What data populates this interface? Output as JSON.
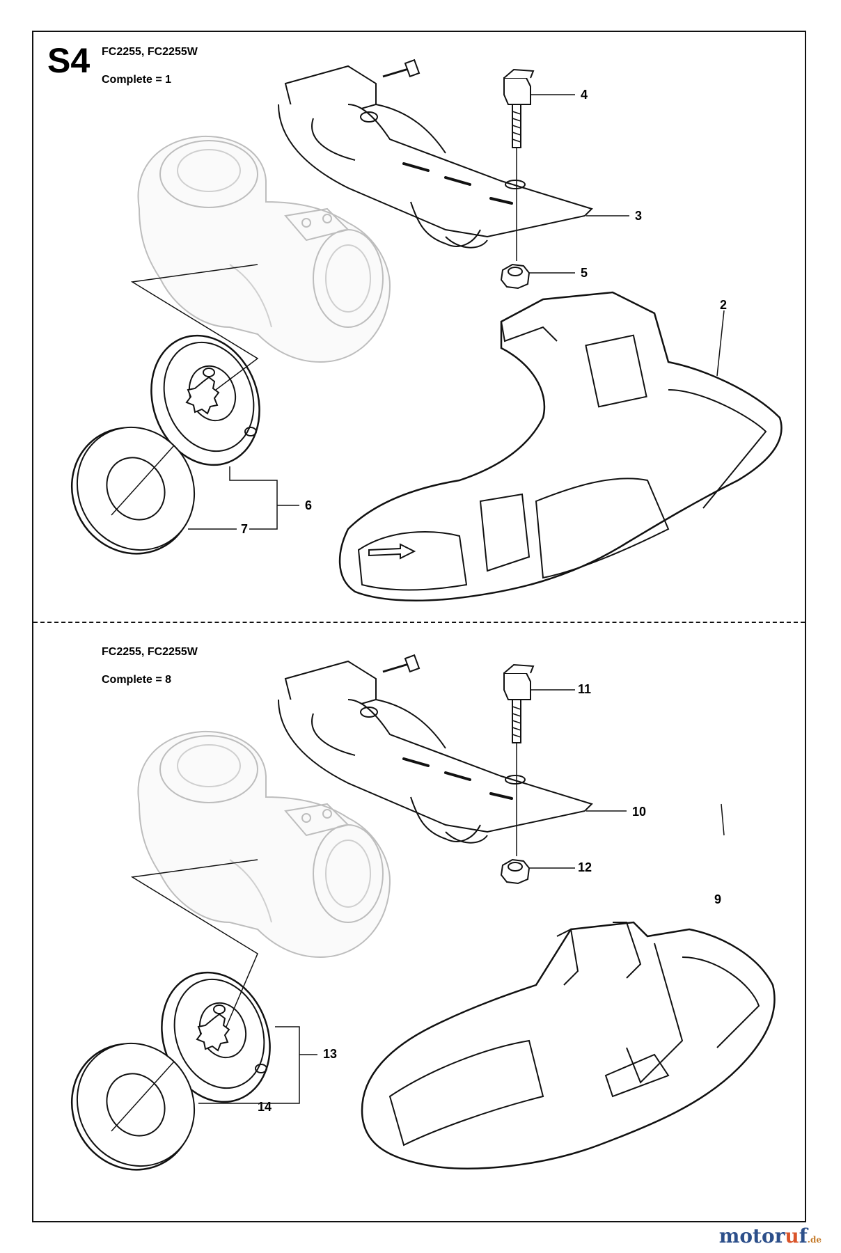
{
  "sheet": {
    "id": "S4"
  },
  "sections": [
    {
      "models": "FC2255, FC2255W",
      "complete": "Complete = 1",
      "callouts": [
        "4",
        "3",
        "5",
        "2",
        "6",
        "7"
      ]
    },
    {
      "models": "FC2255, FC2255W",
      "complete": "Complete = 8",
      "callouts": [
        "11",
        "10",
        "12",
        "9",
        "13",
        "14"
      ]
    }
  ],
  "watermark": {
    "brand_a": "motor",
    "brand_b": "u",
    "brand_c": "f",
    "tld": ".de"
  },
  "colors": {
    "line": "#111111",
    "ghost": "#bdbdbd",
    "brand_blue": "#2c4f8a",
    "brand_orange": "#d9542a"
  }
}
